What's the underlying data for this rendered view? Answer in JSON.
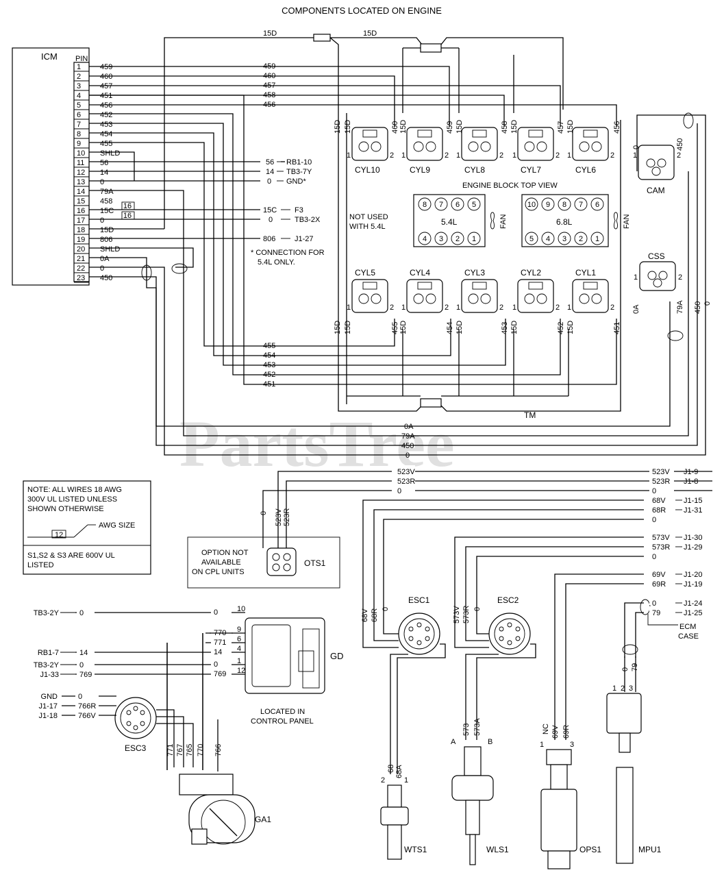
{
  "title": "COMPONENTS LOCATED ON ENGINE",
  "watermark": "PartsTree",
  "watermark_tm": "TM",
  "icm": {
    "label": "ICM",
    "pin_header": "PIN",
    "pins": [
      "1",
      "2",
      "3",
      "4",
      "5",
      "6",
      "7",
      "8",
      "9",
      "10",
      "11",
      "12",
      "13",
      "14",
      "15",
      "16",
      "17",
      "18",
      "19",
      "20",
      "21",
      "22",
      "23"
    ],
    "wires": [
      "459",
      "460",
      "457",
      "451",
      "456",
      "452",
      "453",
      "454",
      "455",
      "SHLD",
      "56",
      "14",
      "0",
      "79A",
      "458",
      "15C",
      "0",
      "15D",
      "806",
      "SHLD",
      "0A",
      "0",
      "450"
    ]
  },
  "gauge_tags": [
    "16",
    "16"
  ],
  "wire_labels": {
    "w15d": "15D",
    "w459": "459",
    "w460": "460",
    "w457": "457",
    "w458": "458",
    "w456": "456",
    "w455": "455",
    "w454": "454",
    "w453": "453",
    "w452": "452",
    "w451": "451",
    "w0a": "0A",
    "w79a": "79A",
    "w450": "450",
    "w0": "0",
    "w15c": "15C",
    "w14": "14",
    "w56": "56",
    "w806": "806"
  },
  "destinations": {
    "rb1_10": "RB1-10",
    "tb3_7y": "TB3-7Y",
    "gnd_star": "GND*",
    "f3": "F3",
    "tb3_2x": "TB3-2X",
    "j1_27": "J1-27"
  },
  "connection_note": [
    "* CONNECTION FOR",
    "5.4L ONLY."
  ],
  "cylinders": [
    "CYL10",
    "CYL9",
    "CYL8",
    "CYL7",
    "CYL6",
    "CYL5",
    "CYL4",
    "CYL3",
    "CYL2",
    "CYL1"
  ],
  "pin_nums": [
    "1",
    "2"
  ],
  "engine": {
    "top_view": "ENGINE BLOCK TOP VIEW",
    "not_used": [
      "NOT USED",
      "WITH 5.4L"
    ],
    "e54": "5.4L",
    "e68": "6.8L",
    "fan": "FAN",
    "cyl54_top": [
      "8",
      "7",
      "6",
      "5"
    ],
    "cyl54_bot": [
      "4",
      "3",
      "2",
      "1"
    ],
    "cyl68_top": [
      "10",
      "9",
      "8",
      "7",
      "6"
    ],
    "cyl68_bot": [
      "5",
      "4",
      "3",
      "2",
      "1"
    ]
  },
  "cam": "CAM",
  "css": "CSS",
  "note": {
    "lines": [
      "NOTE: ALL WIRES 18 AWG",
      "300V UL LISTED UNLESS",
      "SHOWN OTHERWISE"
    ],
    "tag": "12",
    "awg": "AWG SIZE",
    "s_lines": [
      "S1,S2 & S3 ARE 600V UL",
      "LISTED"
    ]
  },
  "ots": {
    "label": "OTS1",
    "option": [
      "OPTION NOT",
      "AVAILABLE",
      "ON CPL UNITS"
    ]
  },
  "right_wires": [
    {
      "wire": "523V",
      "dest": "J1-9"
    },
    {
      "wire": "523R",
      "dest": "J1-8"
    },
    {
      "wire": "0",
      "dest": ""
    },
    {
      "wire": "68V",
      "dest": "J1-15"
    },
    {
      "wire": "68R",
      "dest": "J1-31"
    },
    {
      "wire": "0",
      "dest": ""
    },
    {
      "wire": "573V",
      "dest": "J1-30"
    },
    {
      "wire": "573R",
      "dest": "J1-29"
    },
    {
      "wire": "0",
      "dest": ""
    },
    {
      "wire": "69V",
      "dest": "J1-20"
    },
    {
      "wire": "69R",
      "dest": "J1-19"
    },
    {
      "wire": "0",
      "dest": "J1-24"
    },
    {
      "wire": "79",
      "dest": "J1-25"
    }
  ],
  "ecm_case": [
    "ECM",
    "CASE"
  ],
  "esc": {
    "esc1": "ESC1",
    "esc2": "ESC2",
    "esc3": "ESC3"
  },
  "gd": {
    "label": "GD",
    "located": [
      "LOCATED IN",
      "CONTROL PANEL"
    ],
    "rows": [
      {
        "src": "TB3-2Y",
        "wire": "0",
        "pin": "10"
      },
      {
        "src": "",
        "wire": "770",
        "pin": "9"
      },
      {
        "src": "",
        "wire": "771",
        "pin": "6"
      },
      {
        "src": "RB1-7",
        "wire": "14",
        "pin": "4"
      },
      {
        "src": "TB3-2Y",
        "wire": "0",
        "pin": "1"
      },
      {
        "src": "J1-33",
        "wire": "769",
        "pin": "12"
      }
    ]
  },
  "esc3_rows": [
    {
      "src": "GND",
      "wire": "0"
    },
    {
      "src": "J1-17",
      "wire": "766R"
    },
    {
      "src": "J1-18",
      "wire": "766V"
    }
  ],
  "ga1": {
    "label": "GA1",
    "wires": [
      "771",
      "767",
      "765",
      "770",
      "766"
    ]
  },
  "sensors": {
    "wts1": "WTS1",
    "wls1": "WLS1",
    "ops1": "OPS1",
    "mpu1": "MPU1",
    "wts_wires": [
      "68",
      "68A"
    ],
    "wts_pins": [
      "2",
      "1"
    ],
    "wls_wires": [
      "573",
      "573A"
    ],
    "wls_pins": [
      "A",
      "B"
    ],
    "ops_wires": [
      "NC",
      "69V",
      "69R"
    ],
    "ops_pins": [
      "1",
      "3"
    ],
    "mpu_wires": [
      "0",
      "79"
    ],
    "mpu_pins": [
      "1",
      "2",
      "3"
    ]
  }
}
